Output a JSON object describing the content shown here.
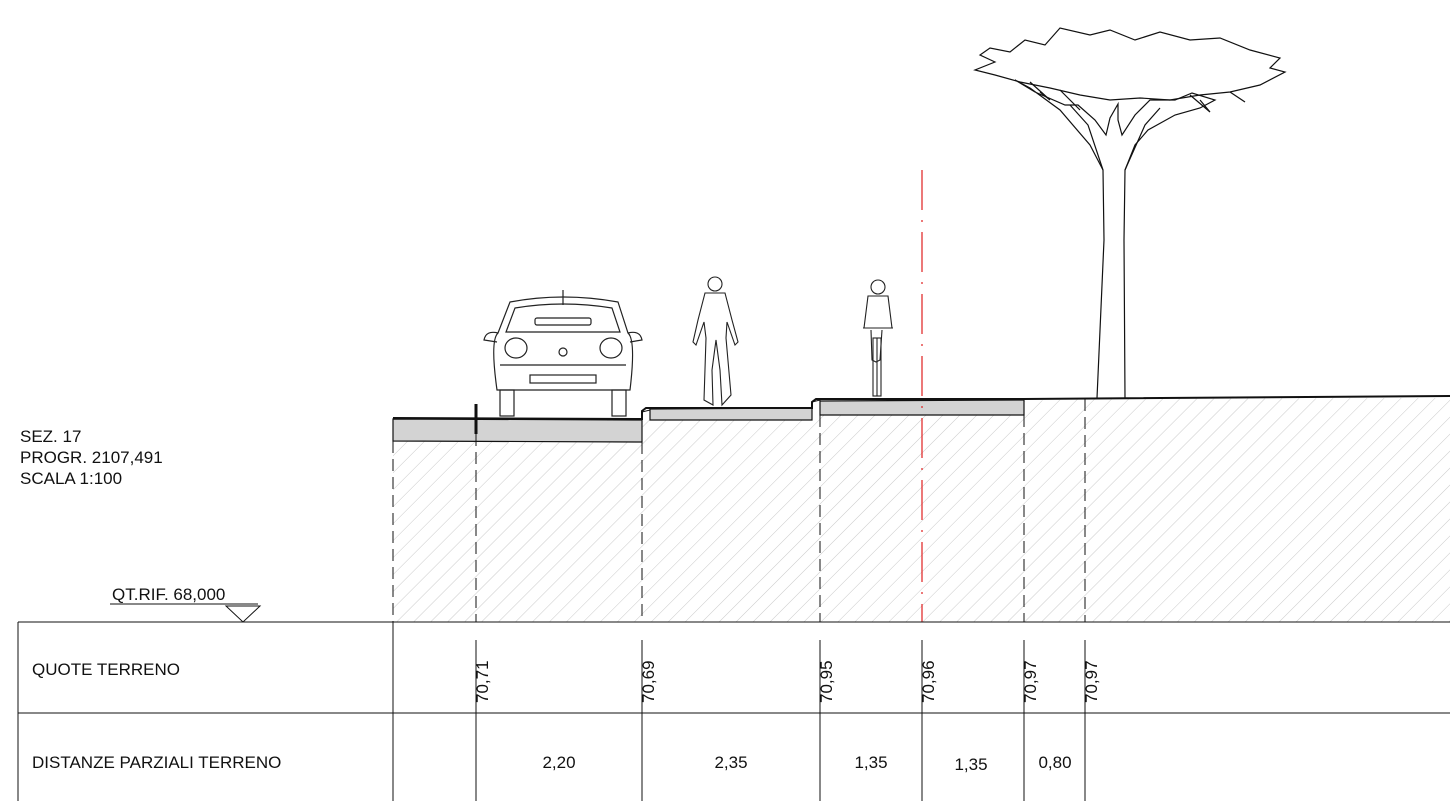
{
  "section": {
    "name": "SEZ. 17",
    "progressive": "PROGR. 2107,491",
    "scale": "SCALA 1:100"
  },
  "reference": {
    "label": "QT.RIF. 68,000"
  },
  "table": {
    "rows": [
      {
        "label": "QUOTE TERRENO"
      },
      {
        "label": "DISTANZE PARZIALI TERRENO"
      }
    ]
  },
  "elevations": [
    "70,71",
    "70,69",
    "70,95",
    "70,96",
    "70,97",
    "70,97"
  ],
  "distances": [
    "2,20",
    "2,35",
    "1,35",
    "1,35",
    "0,80"
  ],
  "colors": {
    "axis_line": "#e02020",
    "pavement_fill": "#d3d3d3",
    "hatch": "#bbbbbb",
    "line": "#111111"
  },
  "figures": [
    "car-icon",
    "pedestrian-icon",
    "cyclist-icon",
    "tree-icon"
  ]
}
